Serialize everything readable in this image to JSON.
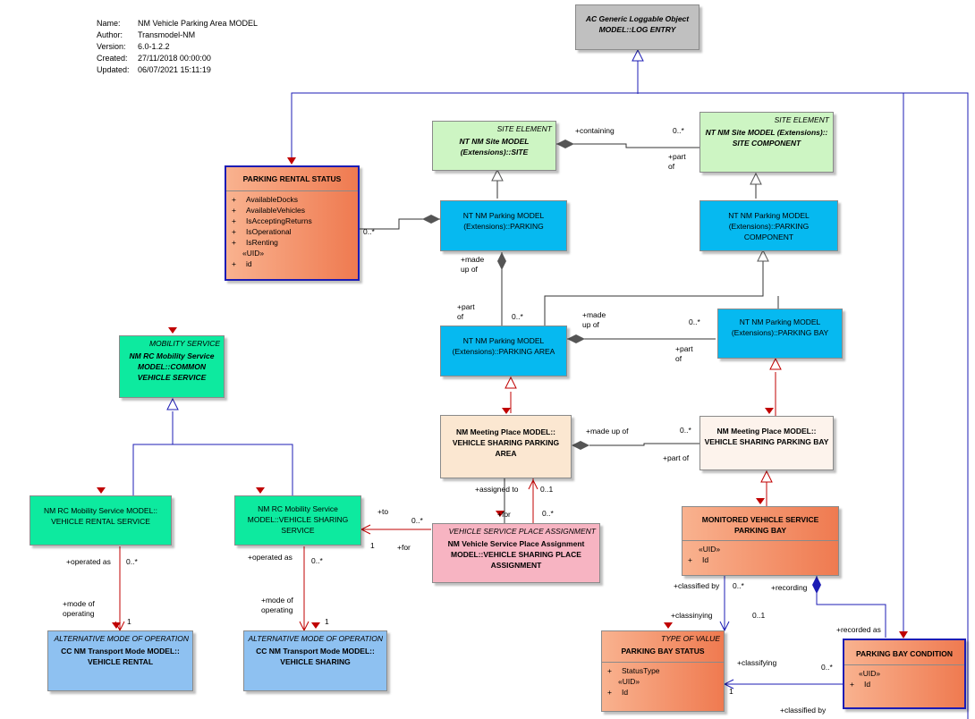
{
  "header": {
    "name_label": "Name:",
    "name": "NM Vehicle Parking Area MODEL",
    "author_label": "Author:",
    "author": "Transmodel-NM",
    "version_label": "Version:",
    "version": "6.0-1.2.2",
    "created_label": "Created:",
    "created": "27/11/2018 00:00:00",
    "updated_label": "Updated:",
    "updated": "06/07/2021 15:11:19"
  },
  "classes": {
    "log_entry": {
      "name": "AC Generic Loggable Object MODEL::LOG ENTRY"
    },
    "site": {
      "stereotype": "SITE ELEMENT",
      "name": "NT NM Site MODEL (Extensions)::SITE"
    },
    "site_component": {
      "stereotype": "SITE ELEMENT",
      "name": "NT NM Site MODEL (Extensions):: SITE COMPONENT"
    },
    "parking_rental_status": {
      "name": "PARKING RENTAL STATUS",
      "attributes": [
        {
          "vis": "+",
          "name": "AvailableDocks"
        },
        {
          "vis": "+",
          "name": "AvailableVehicles"
        },
        {
          "vis": "+",
          "name": "IsAcceptingReturns"
        },
        {
          "vis": "+",
          "name": "IsOperational"
        },
        {
          "vis": "+",
          "name": "IsRenting"
        }
      ],
      "uid_stereotype": "«UID»",
      "uid": {
        "vis": "+",
        "name": "id"
      }
    },
    "parking": {
      "name": "NT NM Parking MODEL (Extensions)::PARKING"
    },
    "parking_component": {
      "name": "NT NM Parking MODEL (Extensions)::PARKING COMPONENT"
    },
    "parking_area": {
      "name": "NT NM Parking MODEL (Extensions)::PARKING AREA"
    },
    "parking_bay": {
      "name": "NT NM Parking MODEL (Extensions)::PARKING BAY"
    },
    "common_vehicle_service": {
      "stereotype": "MOBILITY SERVICE",
      "name": "NM RC Mobility Service MODEL::COMMON VEHICLE SERVICE"
    },
    "vs_parking_area": {
      "name": "NM Meeting Place MODEL:: VEHICLE SHARING PARKING AREA"
    },
    "vs_parking_bay": {
      "name": "NM Meeting Place MODEL:: VEHICLE SHARING PARKING BAY"
    },
    "vehicle_rental_service": {
      "name": "NM RC Mobility Service MODEL:: VEHICLE RENTAL SERVICE"
    },
    "vehicle_sharing_service": {
      "name": "NM RC Mobility Service MODEL::VEHICLE SHARING SERVICE"
    },
    "place_assignment": {
      "stereotype": "VEHICLE SERVICE PLACE ASSIGNMENT",
      "name": "NM Vehicle Service Place Assignment MODEL::VEHICLE SHARING PLACE ASSIGNMENT"
    },
    "monitored_bay": {
      "name": "MONITORED VEHICLE SERVICE PARKING BAY",
      "uid_stereotype": "«UID»",
      "uid": {
        "vis": "+",
        "name": "Id"
      }
    },
    "mode_rental": {
      "stereotype": "ALTERNATIVE MODE OF OPERATION",
      "name": "CC NM Transport Mode MODEL:: VEHICLE RENTAL"
    },
    "mode_sharing": {
      "stereotype": "ALTERNATIVE MODE OF OPERATION",
      "name": "CC NM Transport Mode MODEL:: VEHICLE SHARING"
    },
    "parking_bay_status": {
      "stereotype": "TYPE OF VALUE",
      "name": "PARKING BAY STATUS",
      "attributes": [
        {
          "vis": "+",
          "name": "StatusType"
        }
      ],
      "uid_stereotype": "«UID»",
      "uid": {
        "vis": "+",
        "name": "Id"
      }
    },
    "parking_bay_condition": {
      "name": "PARKING BAY CONDITION",
      "uid_stereotype": "«UID»",
      "uid": {
        "vis": "+",
        "name": "Id"
      }
    }
  },
  "labels": {
    "containing": "+containing",
    "mult_0n_a": "0..*",
    "part_of_a": "+part of",
    "mult_0n_b": "0..*",
    "made_up_of_a": "+made up of",
    "part_of_b": "+part of",
    "mult_0n_c": "0..*",
    "made_up_of_b": "+made up of",
    "mult_0n_d": "0..*",
    "part_of_c": "+part of",
    "made_up_of_c": "+made up of",
    "mult_0n_e": "0..*",
    "part_of_d": "+part of",
    "assigned_to": "+assigned to",
    "mult_01_a": "0..1",
    "for_a": "+for",
    "mult_0n_f": "0..*",
    "to": "+to",
    "mult_0n_g": "0..*",
    "mult_1_a": "1",
    "for_b": "+for",
    "operated_as_a": "+operated as",
    "mult_0n_h": "0..*",
    "mode_of_operating_a": "+mode of operating",
    "mult_1_b": "1",
    "operated_as_b": "+operated as",
    "mult_0n_i": "0..*",
    "mode_of_operating_b": "+mode of operating",
    "mult_1_c": "1",
    "classified_by_a": "+classified by",
    "mult_0n_j": "0..*",
    "recording": "+recording",
    "classinying": "+classinying",
    "mult_01_b": "0..1",
    "recorded_as": "+recorded as",
    "classifying": "+classifying",
    "mult_0n_k": "0..*",
    "mult_1_d": "1",
    "classified_by_b": "+classified by"
  },
  "colors": {
    "grey": "#c0c0c0",
    "green": "#cdf5c3",
    "blue": "#06b9f0",
    "orange": "#f07d55",
    "teal": "#0dea9f",
    "peach": "#fbe7d1",
    "peach2": "#fdf3ec",
    "pink": "#f7b4c2",
    "lightblue": "#8ec1f1",
    "navy": "#1c1cb4",
    "arrow_red": "#c00000",
    "line": "#333399"
  }
}
